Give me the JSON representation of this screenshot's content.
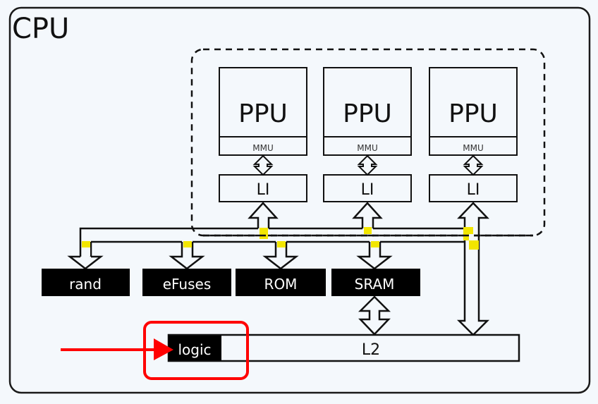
{
  "diagram": {
    "title": "CPU",
    "colors": {
      "background": "#f4f8fc",
      "stroke": "#111111",
      "block_fill": "#000000",
      "block_text": "#ffffff",
      "junction": "#f2e600",
      "highlight": "#ff0000"
    },
    "ppu_group": [
      {
        "name": "PPU",
        "mmu_label": "MMU",
        "l1_label": "LI"
      },
      {
        "name": "PPU",
        "mmu_label": "MMU",
        "l1_label": "LI"
      },
      {
        "name": "PPU",
        "mmu_label": "MMU",
        "l1_label": "LI"
      }
    ],
    "peripherals": [
      {
        "label": "rand"
      },
      {
        "label": "eFuses"
      },
      {
        "label": "ROM"
      },
      {
        "label": "SRAM"
      }
    ],
    "l2": {
      "label": "L2",
      "sub_block_label": "logic"
    },
    "annotation": {
      "type": "red arrow with rounded box",
      "target": "logic"
    }
  }
}
